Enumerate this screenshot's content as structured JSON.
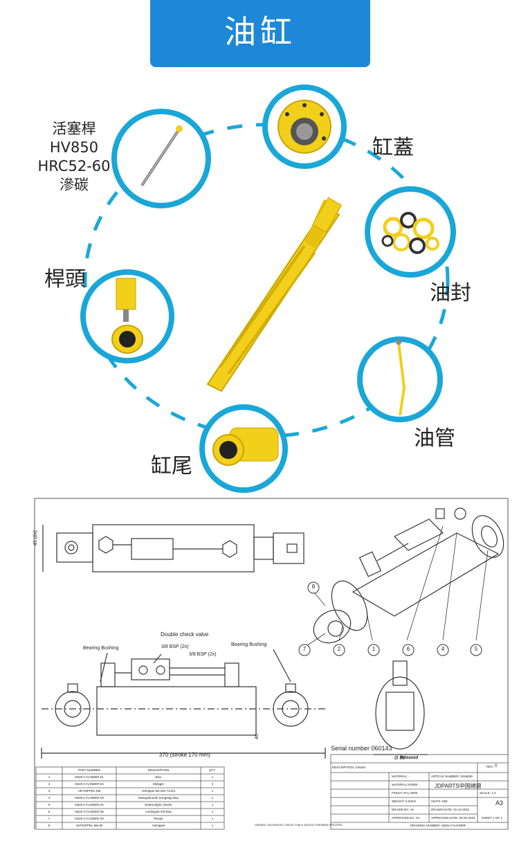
{
  "banner": {
    "title": "油缸"
  },
  "parts": {
    "rod": {
      "lines": [
        "活塞桿",
        "HV850",
        "HRC52-60",
        "滲碳"
      ]
    },
    "cap": "缸蓋",
    "seal": "油封",
    "rod_end": "桿頭",
    "pipe": "油管",
    "tail": "缸尾"
  },
  "drawing": {
    "dim_height": "45 (2x)",
    "double_check_valve": "Double check valve",
    "bearing_bushing_left": "Bearing Bushing",
    "bearing_bushing_right": "Bearing Bushing",
    "bsp_left": "3/8 BSP (2x)",
    "bsp_right": "3/8 BSP (2x)",
    "dim_width": "370 (stroke 170 mm)",
    "dim_side": "40",
    "dim_bore": "Ø 80",
    "serial_text": "Serial number 060143",
    "balloons": [
      "8",
      "7",
      "2",
      "1",
      "6",
      "4",
      "5"
    ],
    "bom_headers": [
      "",
      "PART NUMBER",
      "DESCRIPTION",
      "QTY."
    ],
    "bom_rows": [
      [
        "1",
        "KB25-CYLINDER-01",
        "Buis",
        "1"
      ],
      [
        "2",
        "KB25-CYLINDER-04",
        "Glijlager",
        "2"
      ],
      [
        "3",
        "VETNIPPEL-M6",
        "Vetnippel M6 DIN 71412",
        "1"
      ],
      [
        "4",
        "KB25-CYLINDER-03",
        "Dwingsbuurde terugslag klep",
        "1"
      ],
      [
        "5",
        "KB25-CYLINDER-02",
        "Bodemdijde cilinder",
        "1"
      ],
      [
        "6",
        "KB25-CYLINDER-05",
        "Leidingset 3/8 BSp",
        "1"
      ],
      [
        "7",
        "KB25-CYLINDER-03",
        "Plunjer",
        "1"
      ],
      [
        "8",
        "VETNIPPEL-M6-90",
        "Vetnippel",
        "1"
      ]
    ],
    "title_block": {
      "released": "Released",
      "rev_label": "REV:",
      "rev_value": "0",
      "description": "DESCRIPTION: Cilinder",
      "material": "MATERIAL: -",
      "article": "ARTICLE NUMBER: 0158499",
      "material_norm": "MATERIAL NORM: -",
      "company": "JDPARTS中国總鼎",
      "finish": "FINISH: RAL 9005",
      "scale": "SCALE: 1:2",
      "weight": "WEIGHT: 9.92KG",
      "units": "UNITS: MM",
      "drawn_by": "DRAWN BY: JH",
      "drawn_date": "DRAWN DATE: 31-12-2021",
      "approved_by": "APPROVED BY: JH",
      "approved_date": "APPROVED DATE: 03-02-2022",
      "size": "A3",
      "sheet": "SHEET 1 OF 1",
      "drawing_number": "DRAWING NUMBER: KB25-CYLINDER",
      "footer_note": "GENERAL TOLERANCES / DIN ISO 2768-m UNLESS OTHERWISE SPECIFIED"
    }
  },
  "colors": {
    "banner": "#1e88d8",
    "ring": "#1aa7d8",
    "part": "#f2cf1a",
    "line": "#333333"
  }
}
